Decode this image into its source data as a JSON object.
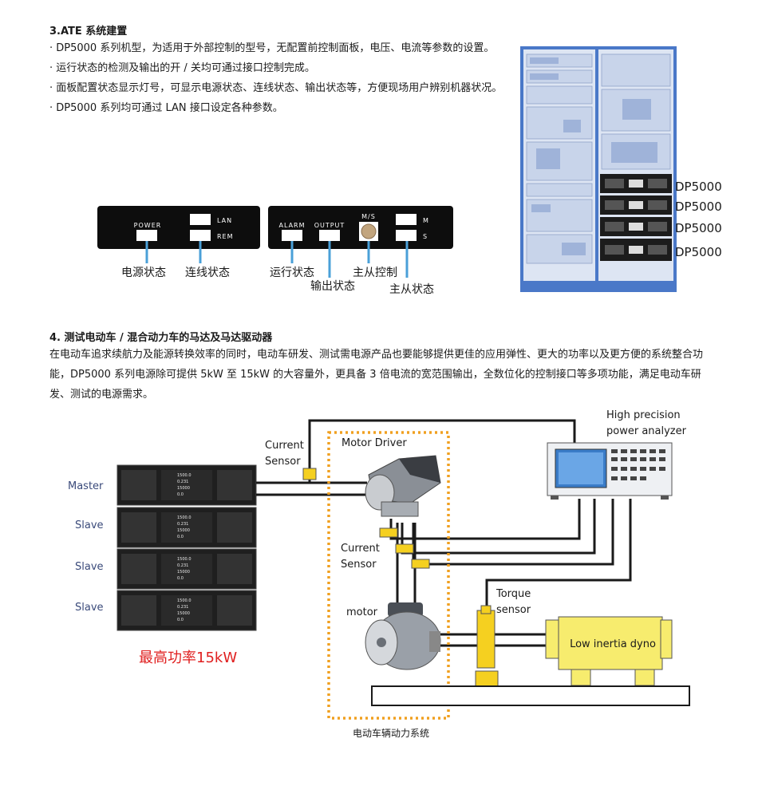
{
  "section3": {
    "title": "3.ATE 系统建置",
    "bullets": [
      "· DP5000 系列机型，为适用于外部控制的型号，无配置前控制面板，电压、电流等参数的设置。",
      "· 运行状态的检测及输出的开 / 关均可通过接口控制完成。",
      "· 面板配置状态显示灯号，可显示电源状态、连线状态、输出状态等，方便现场用户辨别机器状况。",
      "· DP5000 系列均可通过 LAN 接口设定各种参数。"
    ],
    "panel": {
      "left_power": "POWER",
      "left_lan": "LAN",
      "left_rem": "REM",
      "right_alarm": "ALARM",
      "right_output": "OUTPUT",
      "right_ms": "M/S",
      "right_m": "M",
      "right_s": "S"
    },
    "panel_labels": {
      "power_state": "电源状态",
      "link_state": "连线状态",
      "run_state": "运行状态",
      "output_state": "输出状态",
      "ms_control": "主从控制",
      "ms_state": "主从状态"
    },
    "rack_labels": [
      "DP5000",
      "DP5000",
      "DP5000",
      "DP5000"
    ]
  },
  "section4": {
    "title": "4. 测试电动车 / 混合动力车的马达及马达驱动器",
    "paragraph": "在电动车追求续航力及能源转换效率的同时，电动车研发、测试需电源产品也要能够提供更佳的应用弹性、更大的功率以及更方便的系统整合功能，DP5000 系列电源除可提供 5kW 至 15kW 的大容量外，更具备 3 倍电流的宽范围输出，全数位化的控制接口等多项功能，满足电动车研发、测试的电源需求。"
  },
  "diagram": {
    "unit_labels": [
      "Master",
      "Slave",
      "Slave",
      "Slave"
    ],
    "unit_display": [
      "1500.0",
      "0.231",
      "15000",
      "0.0"
    ],
    "max_power": "最高功率15kW",
    "current_sensor_1": [
      "Current",
      "Sensor"
    ],
    "current_sensor_2": [
      "Current",
      "Sensor"
    ],
    "motor_driver": "Motor Driver",
    "motor": "motor",
    "power_analyzer": [
      "High precision",
      "power analyzer"
    ],
    "torque_sensor": [
      "Torque",
      "sensor"
    ],
    "dyno": "Low inertia dyno",
    "system_caption": "电动车辆动力系统",
    "colors": {
      "max_power_red": "#e02020",
      "dashed_orange": "#f0a020",
      "sensor_yellow": "#f5d020",
      "dyno_yellow": "#f7ec6e",
      "rack_blue": "#4a78c8"
    }
  }
}
